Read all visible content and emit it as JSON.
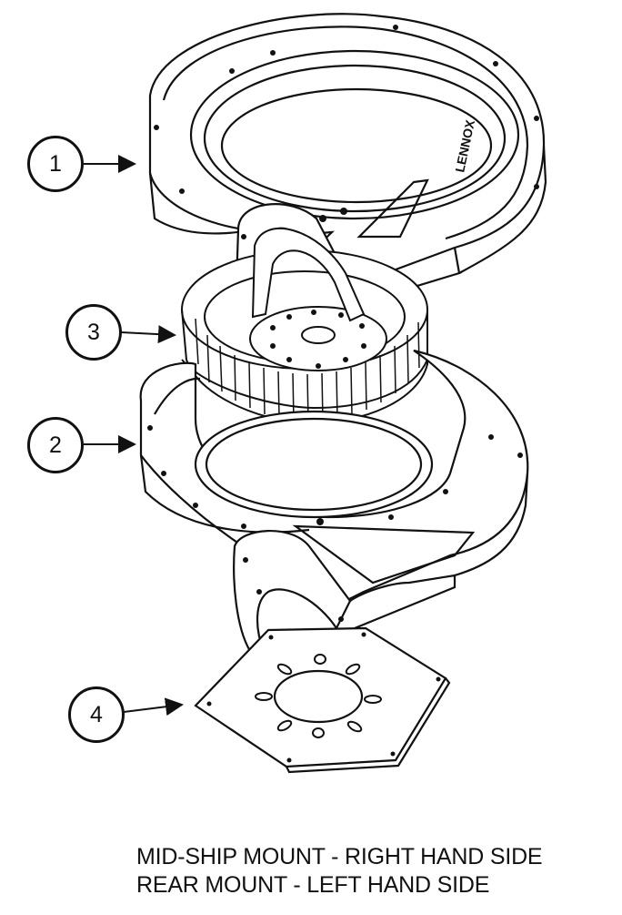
{
  "callouts": [
    {
      "label": "1"
    },
    {
      "label": "3"
    },
    {
      "label": "2"
    },
    {
      "label": "4"
    }
  ],
  "housing_logo": "LENNOX",
  "caption": {
    "line1": "MID-SHIP MOUNT - RIGHT HAND SIDE",
    "line2": "REAR MOUNT - LEFT HAND SIDE"
  }
}
